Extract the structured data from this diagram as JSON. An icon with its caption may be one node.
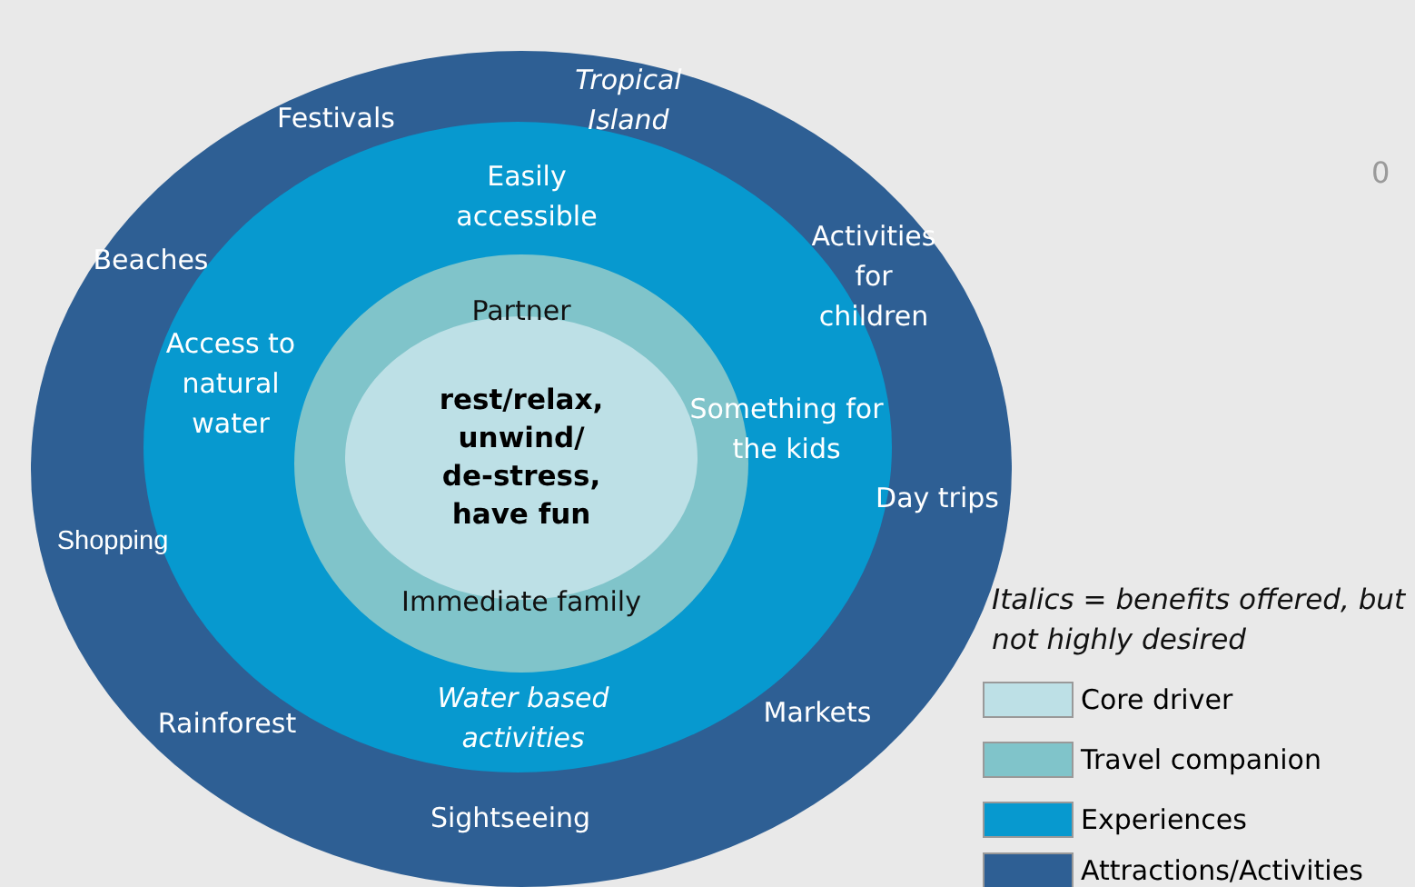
{
  "diagram": {
    "nodes": [
      {
        "text": [
          "Festivals",
          "Tropical Island",
          "Beaches",
          "Activities for children",
          "Shopping",
          "Day trips",
          "Rainforest",
          "Markets",
          "Sightseeing"
        ]
      },
      {
        "text": [
          "Easily accessible",
          "Access to natural water",
          "Something for the kids",
          "Water based activities"
        ],
        "in": 0
      },
      {
        "text": [
          "Partner",
          "Immediate family"
        ],
        "in": 1
      },
      {
        "text": [
          "rest/relax, unwind/ de-stress, have fun"
        ],
        "in": 2
      }
    ],
    "labels": [
      "0",
      "Italics = benefits offered, but not highly desired"
    ],
    "legend": [
      {
        "text": "Core driver",
        "color": "#bde0e6"
      },
      {
        "text": "Travel companion",
        "color": "#80c4ca"
      },
      {
        "text": "Experiences",
        "color": "#0799cf"
      },
      {
        "text": "Attractions/Activities",
        "color": "#2e5f94"
      }
    ]
  }
}
